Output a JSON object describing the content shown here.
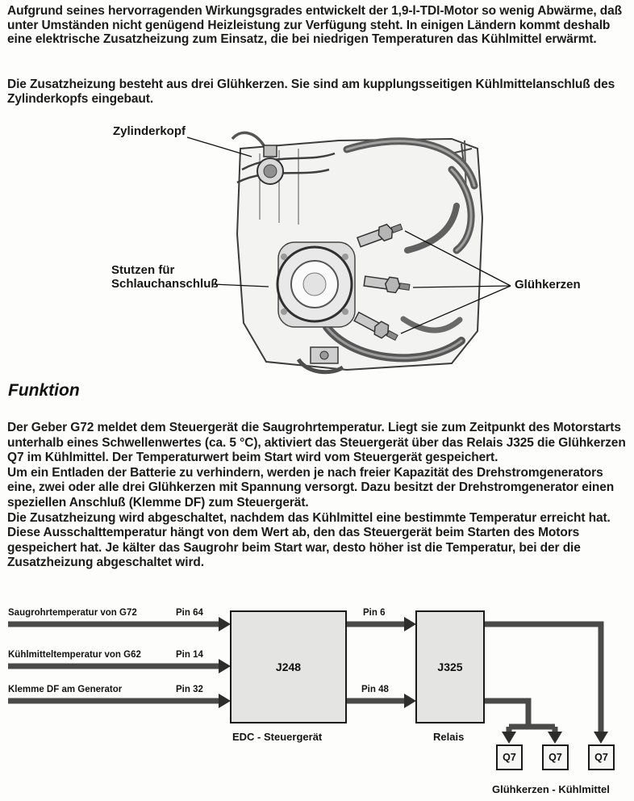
{
  "doc": {
    "intro": {
      "p1": "Aufgrund seines hervorragenden Wirkungsgrades entwickelt der 1,9-l-TDI-Motor so wenig Abwärme, daß unter Umständen nicht genügend Heizleistung zur Verfügung steht. In einigen Ländern kommt deshalb eine elektrische Zusatzheizung zum Einsatz, die bei niedrigen Temperaturen das Kühlmittel erwärmt.",
      "p2": "Die Zusatzheizung besteht aus drei Glühkerzen. Sie sind am kupplungsseitigen Kühlmittelanschluß des Zylinderkopfs eingebaut."
    },
    "figure": {
      "label_zylinderkopf": "Zylinderkopf",
      "label_stutzen_line1": "Stutzen für",
      "label_stutzen_line2": "Schlauchanschluß",
      "label_gluehkerzen": "Glühkerzen"
    },
    "funktion": {
      "heading": "Funktion",
      "p1": "Der Geber G72 meldet dem Steuergerät die Saugrohrtemperatur. Liegt sie zum Zeitpunkt des Motorstarts unterhalb eines Schwellenwertes (ca. 5 °C), aktiviert das Steuergerät über das Relais J325 die Glühkerzen Q7 im Kühlmittel. Der Temperaturwert beim Start wird vom Steuergerät gespeichert.",
      "p2": "Um ein Entladen der Batterie zu verhindern, werden je nach freier Kapazität des Drehstromgenerators eine, zwei oder alle drei Glühkerzen mit Spannung versorgt. Dazu besitzt der Drehstromgenerator einen speziellen Anschluß (Klemme DF) zum Steuergerät.",
      "p3": "Die Zusatzheizung wird abgeschaltet, nachdem das Kühlmittel eine bestimmte Temperatur erreicht hat. Diese Ausschalttemperatur hängt von dem Wert ab, den das Steuergerät beim Starten des Motors gespeichert hat. Je kälter das Saugrohr beim Start war, desto höher ist die Temperatur, bei der die Zusatzheizung abgeschaltet wird."
    },
    "diagram": {
      "inputs": [
        {
          "label": "Saugrohrtemperatur von G72",
          "pin": "Pin 64"
        },
        {
          "label": "Kühlmitteltemperatur von G62",
          "pin": "Pin 14"
        },
        {
          "label": "Klemme DF am Generator",
          "pin": "Pin 32"
        }
      ],
      "j248": {
        "label": "J248",
        "caption": "EDC - Steuergerät"
      },
      "j325": {
        "label": "J325",
        "caption": "Relais"
      },
      "link_top": "Pin 6",
      "link_bottom": "Pin 48",
      "glow_plugs": [
        "Q7",
        "Q7",
        "Q7"
      ],
      "glow_caption": "Glühkerzen - Kühlmittel",
      "colors": {
        "line": "#4a4a4a",
        "arrowhead": "#2d2d2d",
        "box_fill": "#e4e4e3",
        "box_border": "#1a1a1a"
      }
    }
  }
}
